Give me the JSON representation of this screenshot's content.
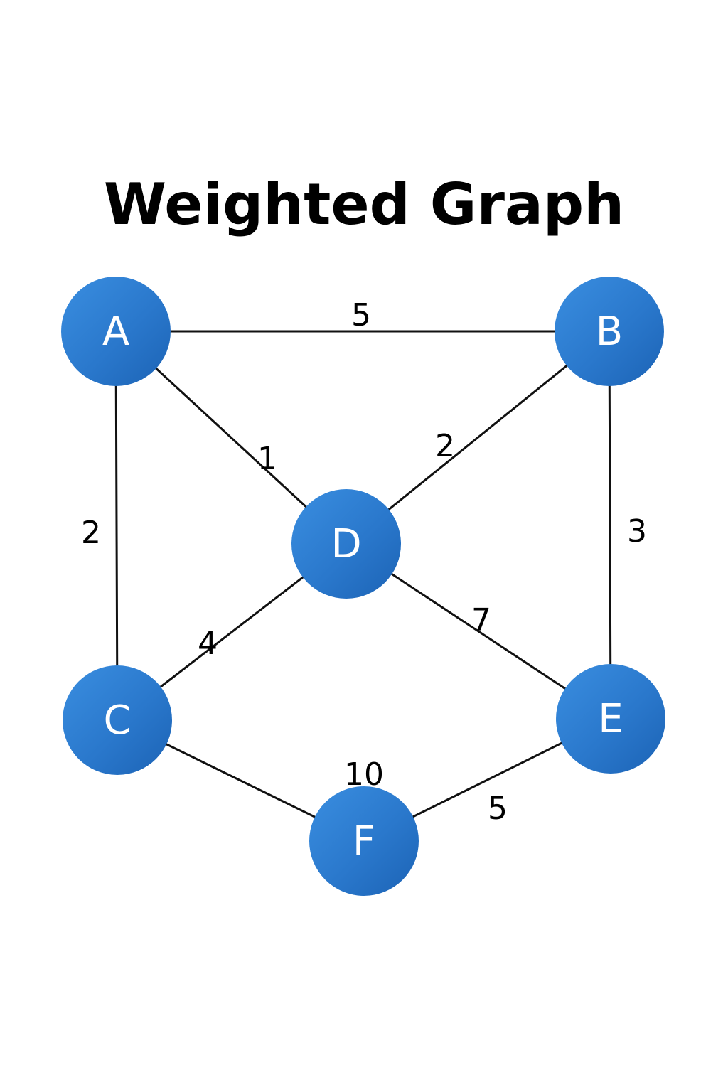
{
  "title": "Weighted Graph",
  "colors": {
    "node_fill": "#2a78cc",
    "node_fill_light": "#3a8ee0",
    "node_fill_dark": "#1c63b5",
    "node_text": "#ffffff",
    "edge": "#111111"
  },
  "nodes": [
    {
      "id": "A",
      "label": "A"
    },
    {
      "id": "B",
      "label": "B"
    },
    {
      "id": "C",
      "label": "C"
    },
    {
      "id": "D",
      "label": "D"
    },
    {
      "id": "E",
      "label": "E"
    },
    {
      "id": "F",
      "label": "F"
    }
  ],
  "edges": [
    {
      "from": "A",
      "to": "B",
      "weight": "5"
    },
    {
      "from": "A",
      "to": "D",
      "weight": "1"
    },
    {
      "from": "B",
      "to": "D",
      "weight": "2"
    },
    {
      "from": "A",
      "to": "C",
      "weight": "2"
    },
    {
      "from": "B",
      "to": "E",
      "weight": "3"
    },
    {
      "from": "D",
      "to": "C",
      "weight": "4"
    },
    {
      "from": "D",
      "to": "E",
      "weight": "7"
    },
    {
      "from": "C",
      "to": "F",
      "weight": "10"
    },
    {
      "from": "F",
      "to": "E",
      "weight": "5"
    }
  ]
}
